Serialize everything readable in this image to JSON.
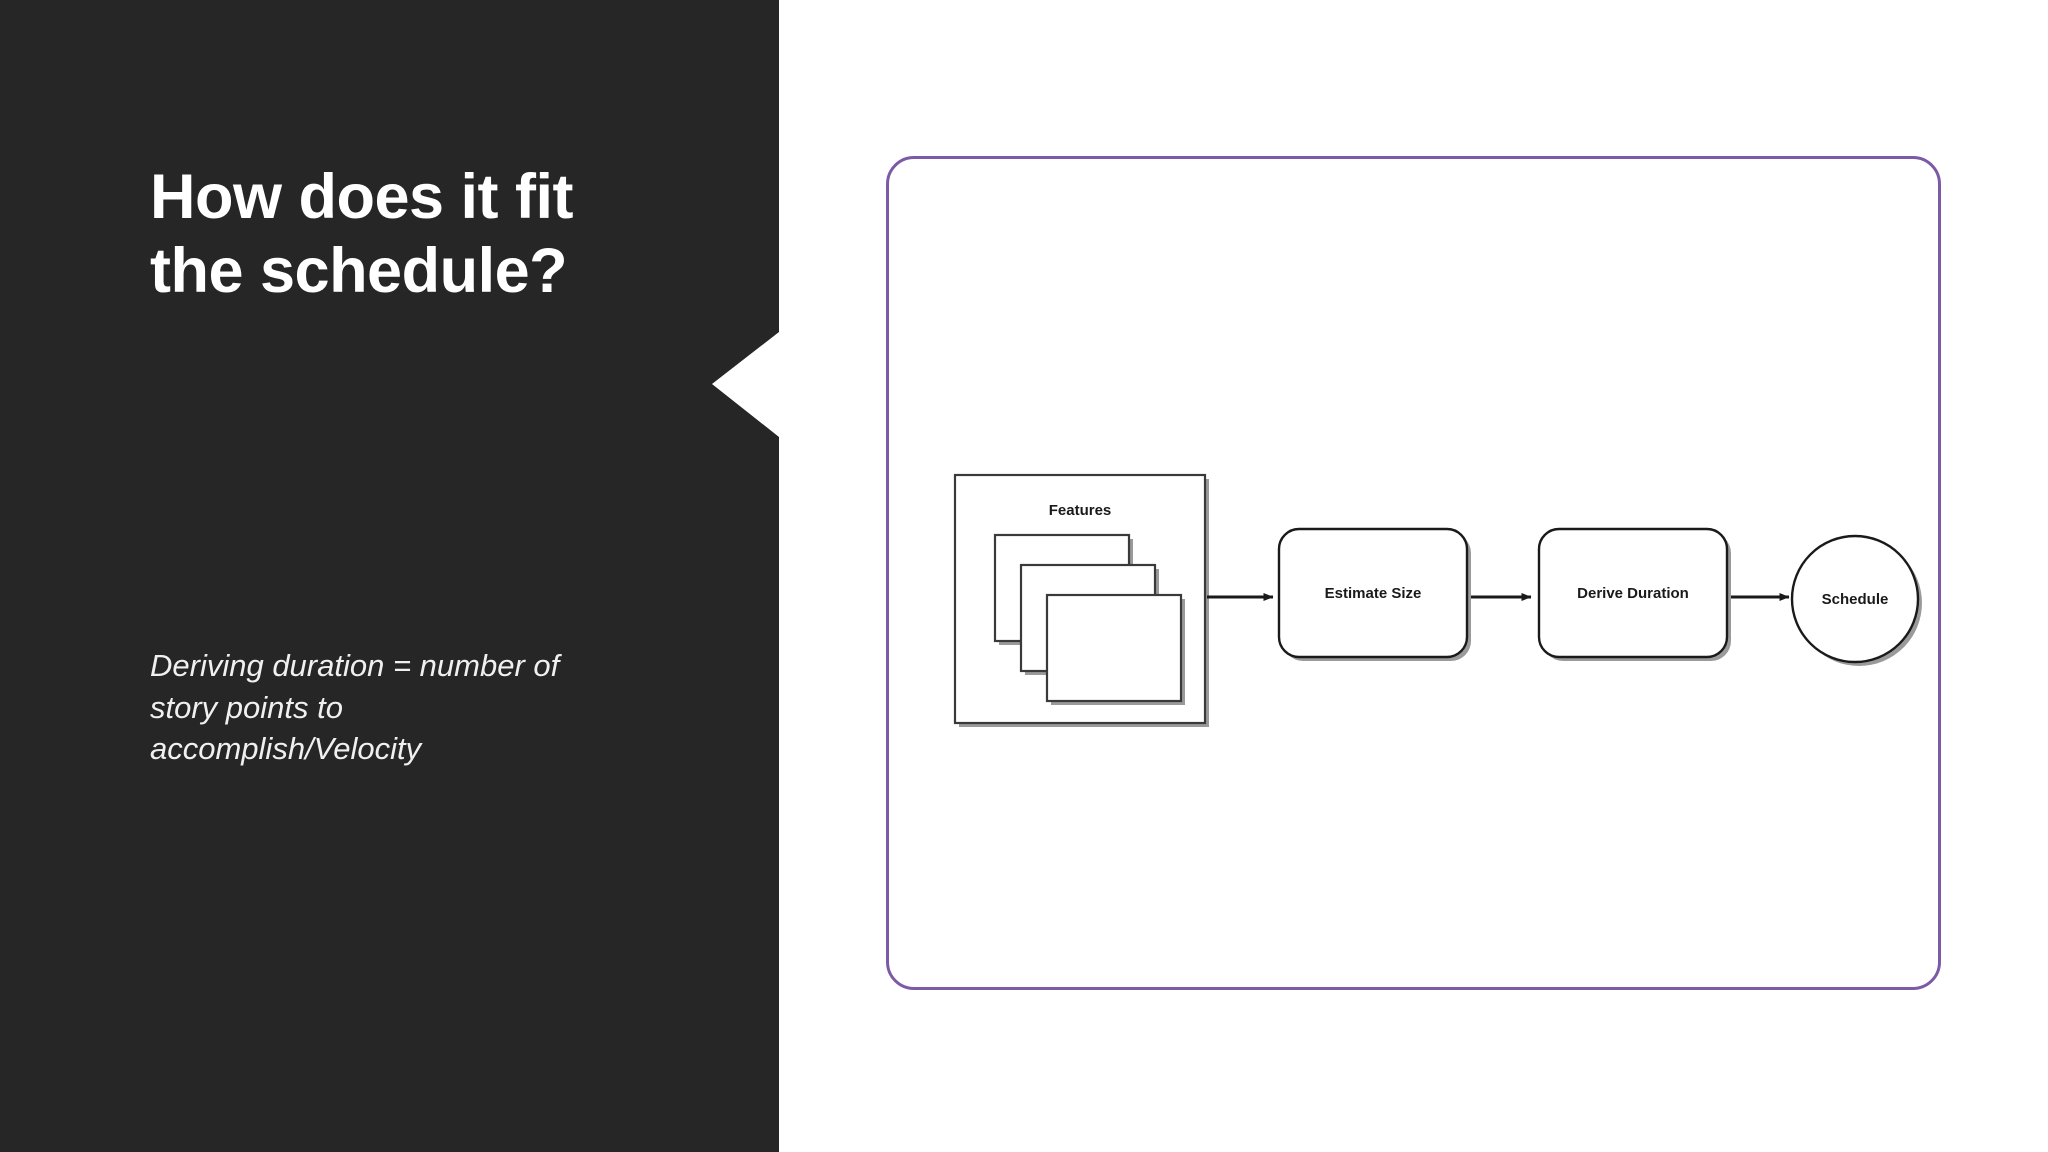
{
  "slide": {
    "title": "How does it fit\nthe schedule?",
    "subtext": "Deriving duration = number of\nstory points to\naccomplish/Velocity",
    "colors": {
      "panel_background": "#262626",
      "panel_text": "#ffffff",
      "card_border": "#7c5aa6",
      "card_background": "#ffffff",
      "diagram_stroke": "#1a1a1a",
      "diagram_shadow": "#9a9a9a"
    }
  },
  "diagram": {
    "type": "flow",
    "group": {
      "label": "Features",
      "card_count": 3
    },
    "nodes": [
      {
        "id": "features",
        "label": "Features",
        "shape": "group-box-with-stacked-cards"
      },
      {
        "id": "estimate-size",
        "label": "Estimate Size",
        "shape": "rounded-rect"
      },
      {
        "id": "derive-duration",
        "label": "Derive Duration",
        "shape": "rounded-rect"
      },
      {
        "id": "schedule",
        "label": "Schedule",
        "shape": "circle"
      }
    ],
    "edges": [
      {
        "from": "features",
        "to": "estimate-size",
        "arrow": "solid"
      },
      {
        "from": "estimate-size",
        "to": "derive-duration",
        "arrow": "solid"
      },
      {
        "from": "derive-duration",
        "to": "schedule",
        "arrow": "solid"
      }
    ]
  }
}
